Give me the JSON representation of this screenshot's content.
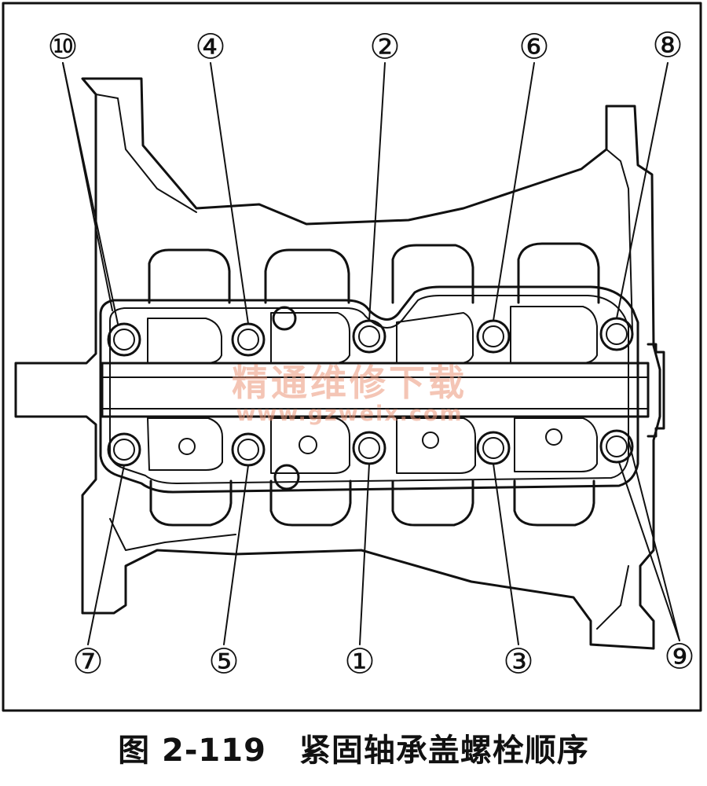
{
  "figure": {
    "caption_number": "图 2-119",
    "caption_text": "紧固轴承盖螺栓顺序"
  },
  "watermark": {
    "text_cn": "精通维修下载",
    "url": "www.gzweix.com"
  },
  "bolt_labels": [
    "①",
    "②",
    "③",
    "④",
    "⑤",
    "⑥",
    "⑦",
    "⑧",
    "⑨",
    "⑩"
  ],
  "colors": {
    "line": "#111111",
    "watermark": "#eb9678"
  }
}
